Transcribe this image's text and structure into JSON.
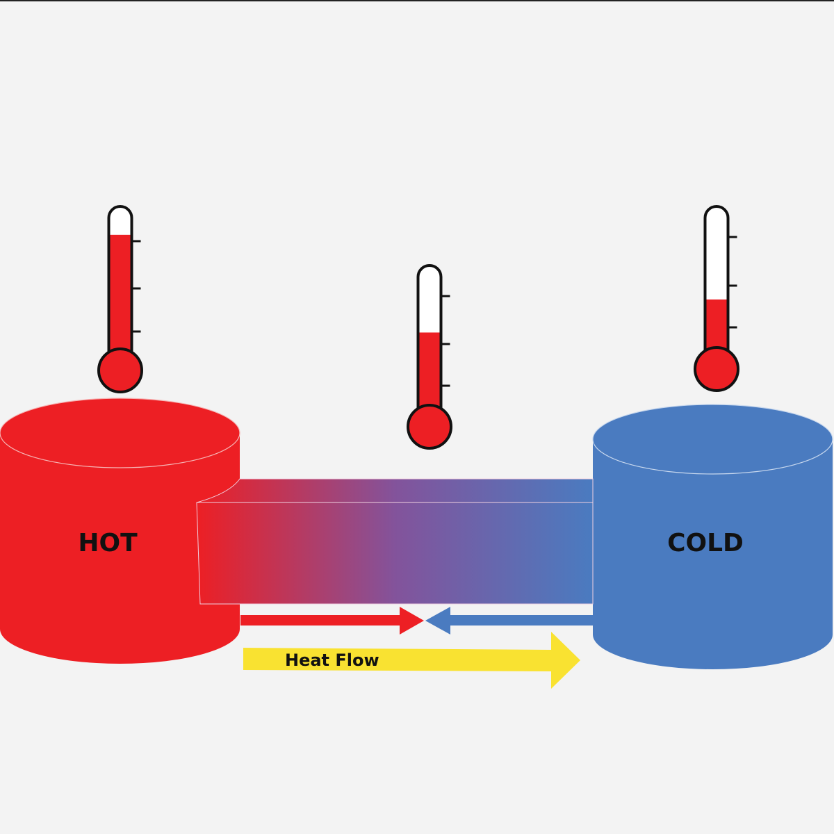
{
  "labels": {
    "hot": "HOT",
    "cold": "COLD",
    "heat_flow": "Heat Flow"
  },
  "colors": {
    "hot": "#ed1f24",
    "cold": "#4a7bc0",
    "mid": "#7e57a0",
    "heat_arrow": "#f9e231",
    "background": "#f3f3f3"
  },
  "thermometers": [
    {
      "name": "hot",
      "level": 0.83
    },
    {
      "name": "middle",
      "level": 0.55
    },
    {
      "name": "cold",
      "level": 0.37
    }
  ]
}
